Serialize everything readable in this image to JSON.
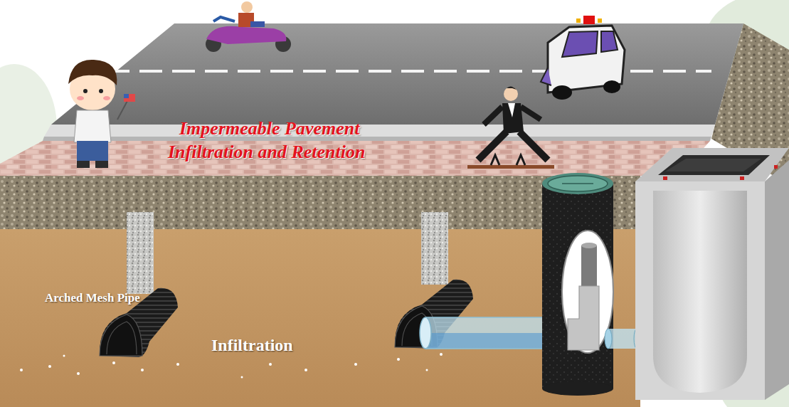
{
  "diagram": {
    "labels": [
      "Impermeable Pavement",
      "Infiltration and Retention",
      "Arched Mesh Pipe",
      "Infiltration"
    ]
  }
}
